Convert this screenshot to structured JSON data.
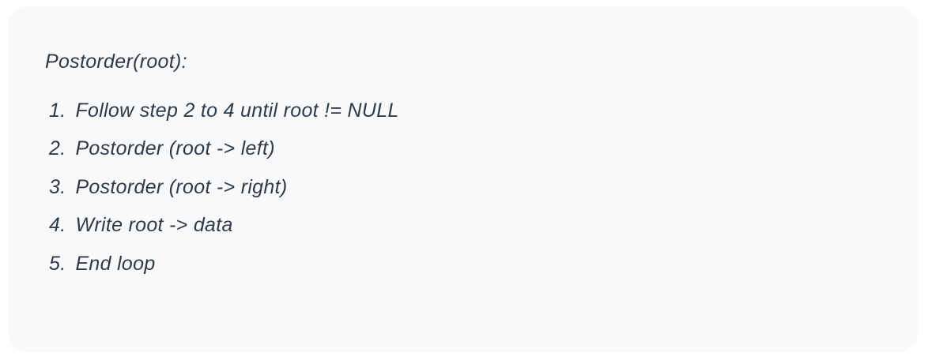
{
  "page": {
    "background": "#ffffff"
  },
  "card": {
    "background": "#f8f9fa",
    "text_color": "#2e3b48",
    "title": "Postorder(root):",
    "steps": [
      {
        "number": "1.",
        "text": "Follow step 2 to 4 until root != NULL"
      },
      {
        "number": "2.",
        "text": "Postorder (root -> left)"
      },
      {
        "number": "3.",
        "text": "Postorder (root -> right)"
      },
      {
        "number": "4.",
        "text": "Write root -> data"
      },
      {
        "number": "5.",
        "text": "End loop"
      }
    ]
  }
}
